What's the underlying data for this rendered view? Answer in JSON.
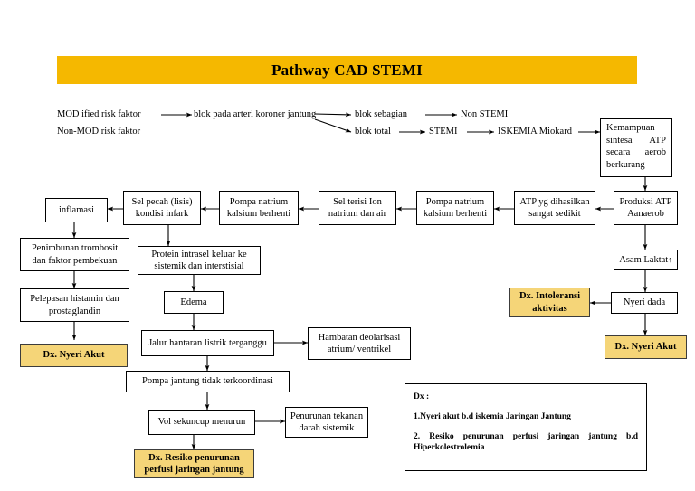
{
  "title": "Pathway CAD STEMI",
  "theme": {
    "banner_color": "#F5B800",
    "diagnosis_box_color": "#F5D578",
    "line_color": "#000000",
    "page_background": "#FFFFFF"
  },
  "top_flow": {
    "labels": [
      {
        "id": "modified-risk-faktor",
        "text": "MOD ified risk faktor"
      },
      {
        "id": "non-mod-risk-faktor",
        "text": "Non-MOD risk faktor"
      },
      {
        "id": "blok-arteri",
        "text": "blok pada arteri koroner jantung"
      },
      {
        "id": "blok-sebagian",
        "text": "blok sebagian"
      },
      {
        "id": "non-stemi",
        "text": "Non STEMI"
      },
      {
        "id": "blok-total",
        "text": "blok total"
      },
      {
        "id": "stemi",
        "text": "STEMI"
      },
      {
        "id": "iskemia-miokard",
        "text": "ISKEMIA Miokard"
      }
    ]
  },
  "nodes": {
    "kemampuan_sintesa": "Kemampuan sintesa ATP secara aerob berkurang",
    "produksi_atp": "Produksi ATP Aanaerob",
    "atp_sedikit": "ATP yg dihasilkan sangat sedikit",
    "pompa_natrium_2": "Pompa natrium kalsium berhenti",
    "sel_terisi_ion": "Sel terisi Ion natrium dan air",
    "pompa_natrium_1": "Pompa natrium kalsium berhenti",
    "sel_pecah": "Sel pecah (lisis) kondisi infark",
    "inflamasi": "inflamasi",
    "penimbunan_trombosit": "Penimbunan trombosit dan faktor pembekuan",
    "pelepasan_histamin": "Pelepasan histamin dan prostaglandin",
    "dx_nyeri_akut_kiri": "Dx. Nyeri Akut",
    "protein_intrasel": "Protein intrasel keluar ke sistemik dan interstisial",
    "edema": "Edema",
    "jalur_hantaran": "Jalur hantaran listrik terganggu",
    "hambatan_deolarisasi": "Hambatan deolarisasi atrium/ ventrikel",
    "pompa_jantung": "Pompa jantung tidak terkoordinasi",
    "vol_sekuncup": "Vol sekuncup menurun",
    "penurunan_tekanan": "Penurunan tekanan darah sistemik",
    "dx_resiko_perfusi": "Dx. Resiko penurunan perfusi jaringan jantung",
    "asam_laktat": "Asam Laktat",
    "asam_laktat_arrow": "↑",
    "nyeri_dada": "Nyeri dada",
    "dx_intoleransi": "Dx. Intoleransi aktivitas",
    "dx_nyeri_akut_kanan": "Dx. Nyeri Akut"
  },
  "legend": {
    "heading": "Dx :",
    "item1": "1.Nyeri akut b.d iskemia Jaringan Jantung",
    "item2": "2. Resiko penurunan perfusi jaringan jantung b.d Hiperkolestrolemia"
  }
}
